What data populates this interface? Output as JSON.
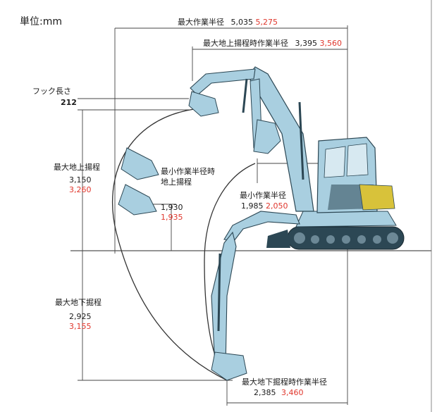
{
  "unit_label": "単位:mm",
  "max_reach": {
    "label": "最大作業半径",
    "std": "5,035",
    "alt": "5,275"
  },
  "max_reach_ground": {
    "label": "最大地上揚程時作業半径",
    "std": "3,395",
    "alt": "3,560"
  },
  "hook_length": {
    "label": "フック長さ",
    "value": "212"
  },
  "max_lift_height": {
    "label": "最大地上揚程",
    "std": "3,150",
    "alt": "3,260"
  },
  "min_radius_height": {
    "label_line1": "最小作業半径時",
    "label_line2": "地上揚程",
    "std": "1,930",
    "alt": "1,935"
  },
  "min_working_radius": {
    "label": "最小作業半径",
    "std": "1,985",
    "alt": "2,050"
  },
  "max_dig_depth": {
    "label": "最大地下掘程",
    "std": "2,925",
    "alt": "3,155"
  },
  "max_dig_reach": {
    "label": "最大地下掘程時作業半径",
    "std": "2,385",
    "alt": "3,460"
  },
  "colors": {
    "machine": "#a9cfe0",
    "machine_dark": "#2c4754",
    "accent_yellow": "#d8c23a",
    "red_value": "#e0362c",
    "line": "#333333"
  }
}
